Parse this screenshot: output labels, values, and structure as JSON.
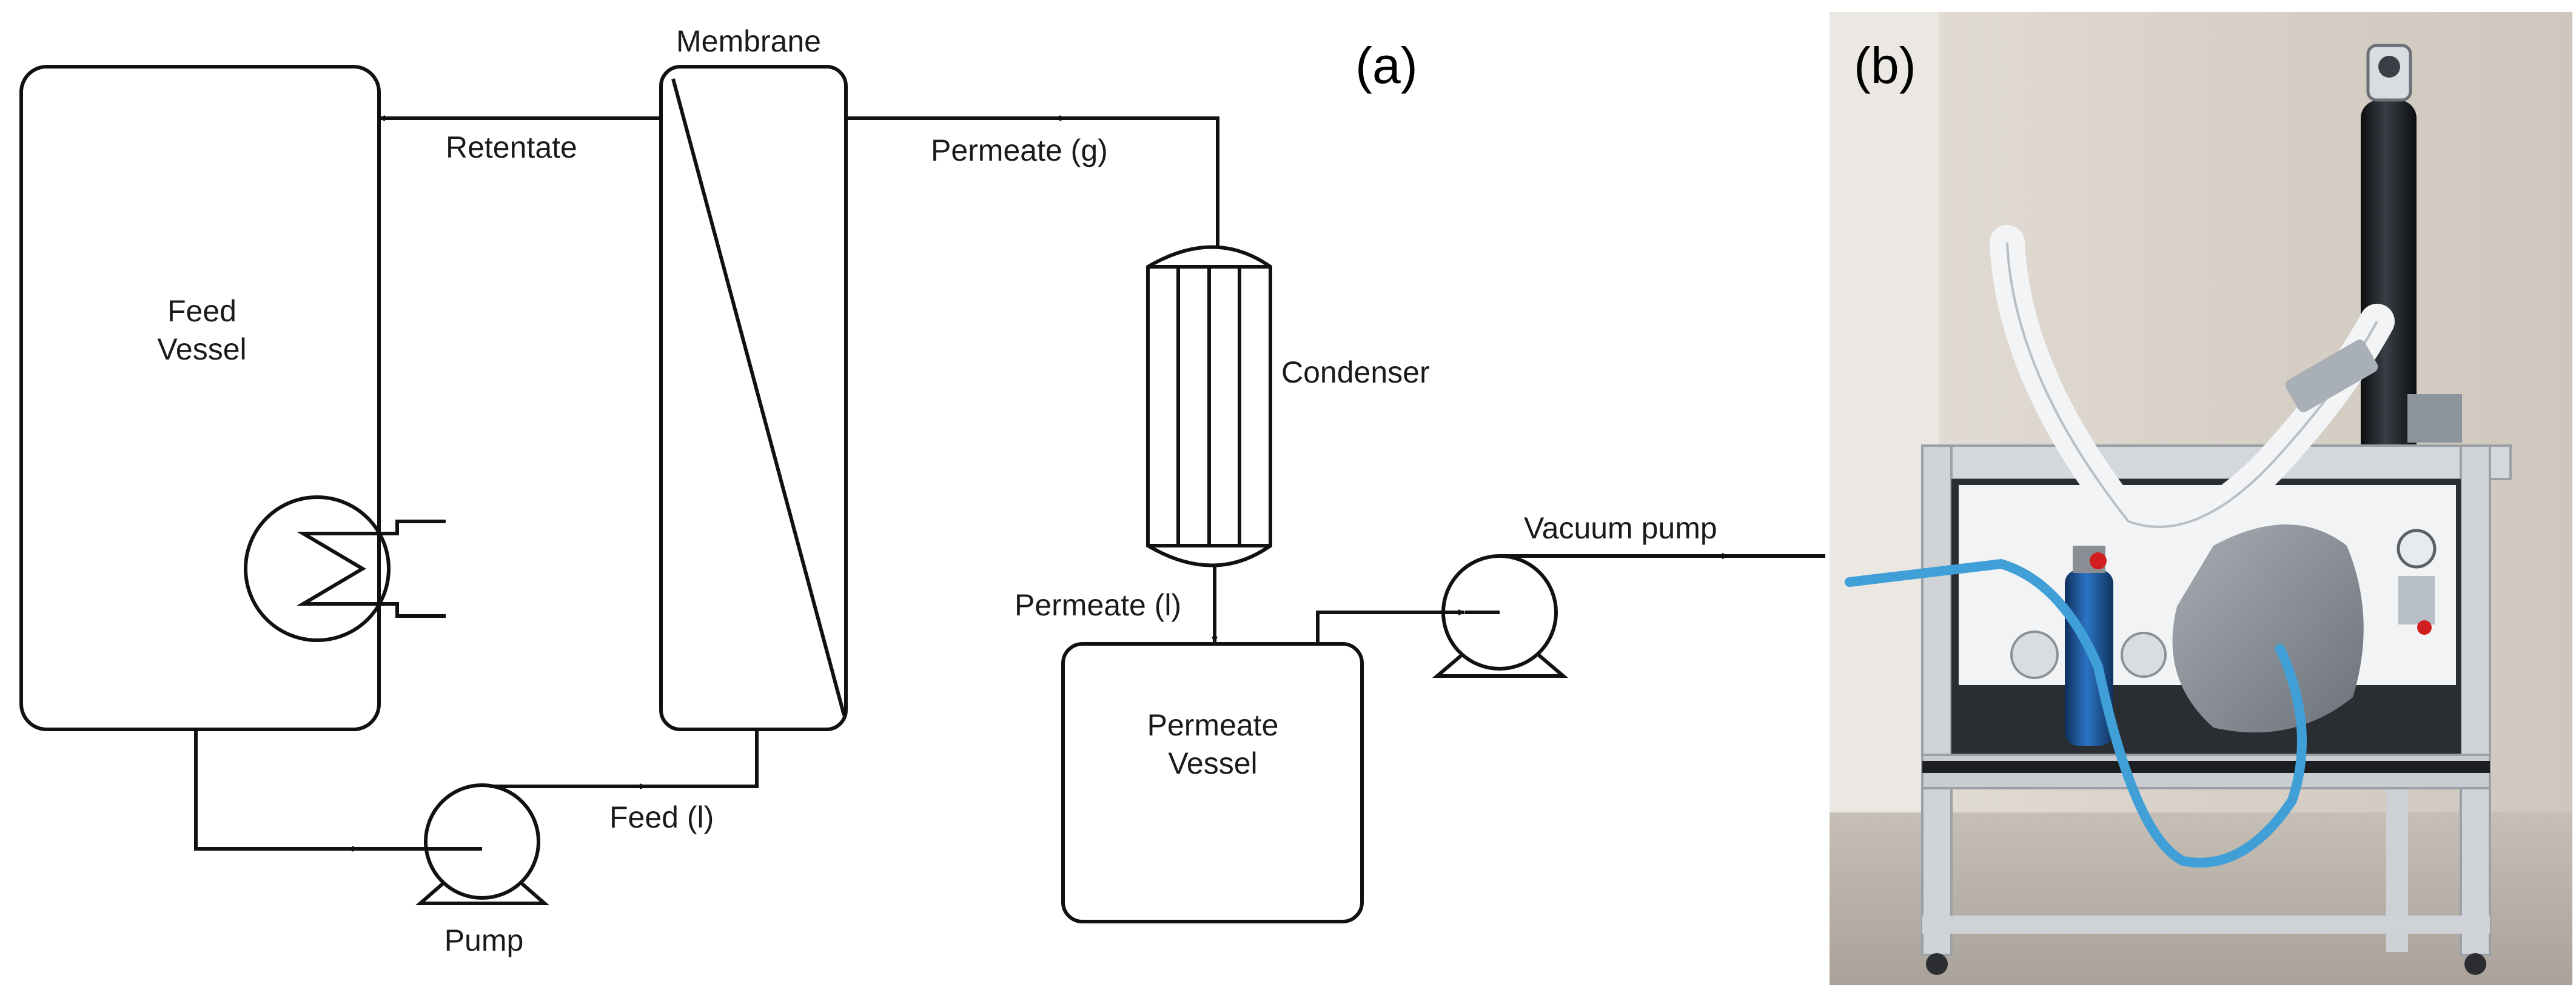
{
  "panel_a": {
    "label": "(a)",
    "membrane_label": "Membrane",
    "retentate_label": "Retentate",
    "permeate_g_label": "Permeate (g)",
    "feed_vessel_label_1": "Feed",
    "feed_vessel_label_2": "Vessel",
    "condenser_label": "Condenser",
    "vacuum_pump_label": "Vacuum pump",
    "permeate_l_label": "Permeate (l)",
    "permeate_vessel_label_1": "Permeate",
    "permeate_vessel_label_2": "Vessel",
    "feed_l_label": "Feed (l)",
    "pump_label": "Pump"
  },
  "panel_b": {
    "label": "(b)",
    "colors": {
      "wall": "#d9d3cb",
      "floor": "#bdb6ad",
      "frame": "#cfd3d6",
      "insulation": "#e9ecef",
      "blue_cylinder": "#1f5fa8",
      "black_cylinder": "#1b1f24",
      "grey_cover": "#8d939b",
      "blue_hose": "#3f9fd6"
    }
  }
}
